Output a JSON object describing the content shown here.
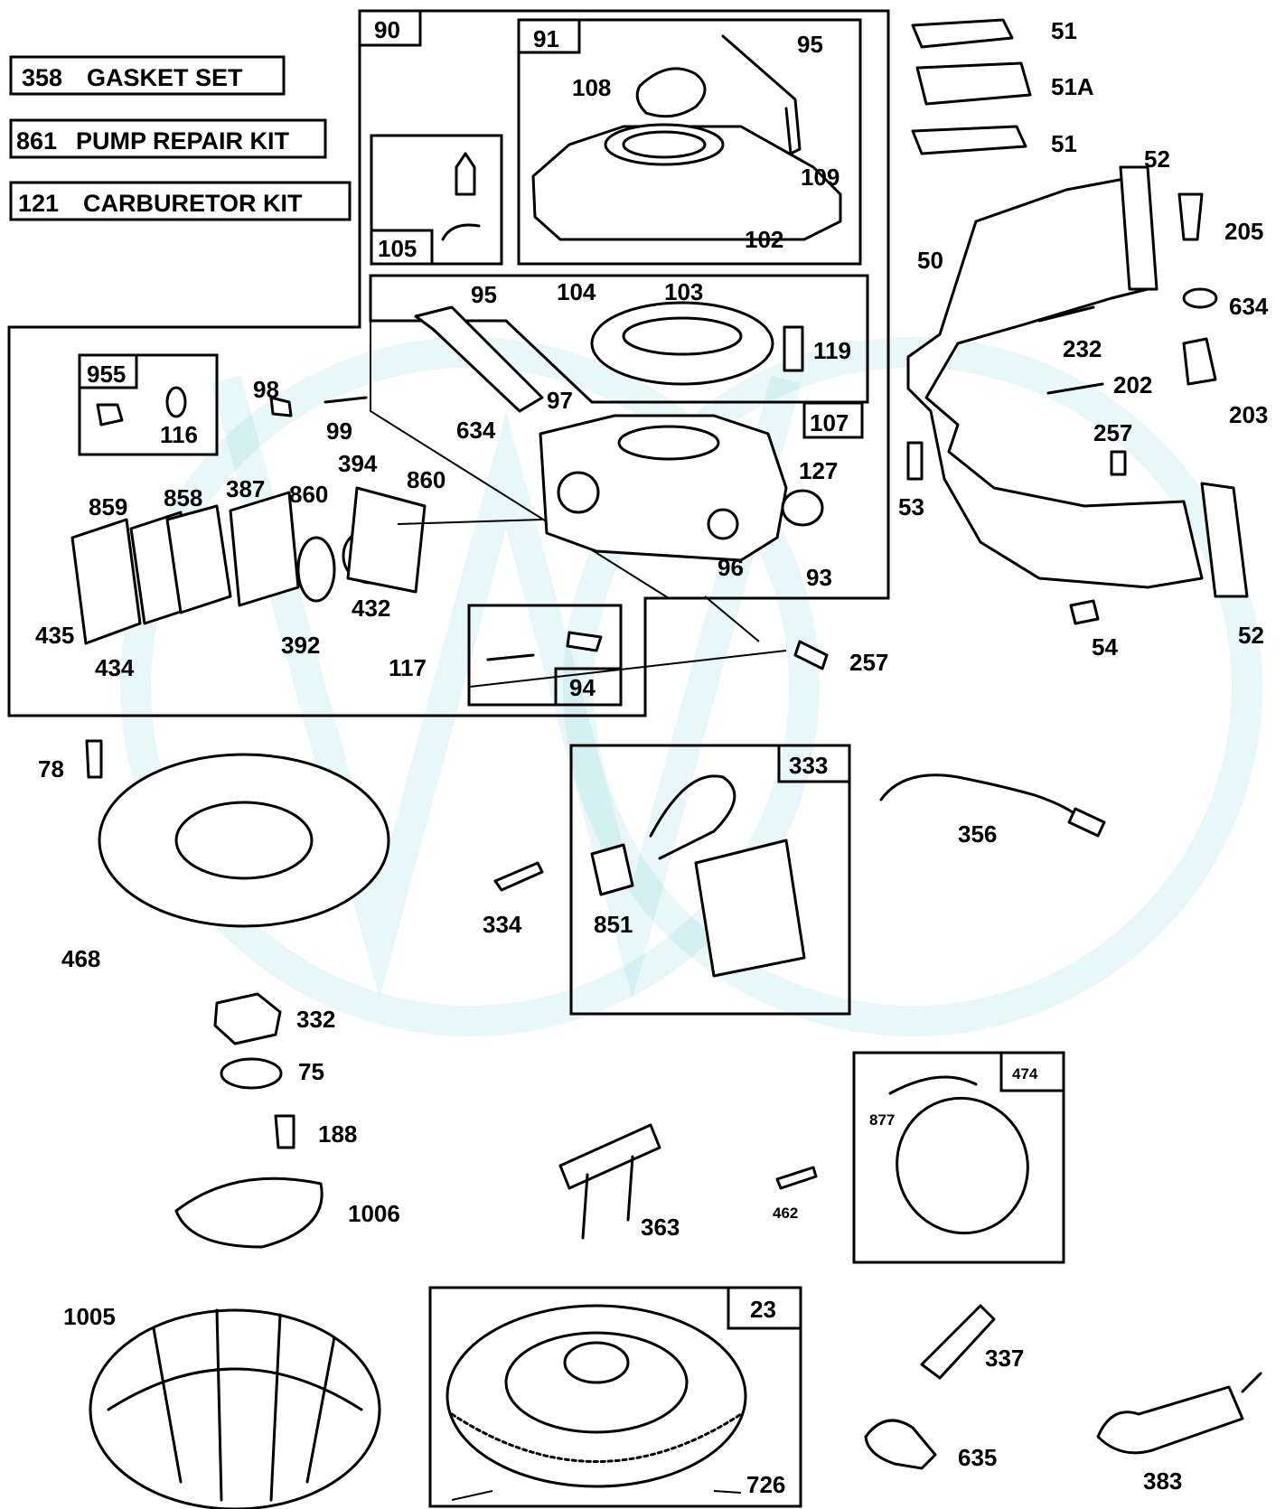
{
  "kits": [
    {
      "number": "358",
      "label": "GASKET SET"
    },
    {
      "number": "861",
      "label": "PUMP REPAIR KIT"
    },
    {
      "number": "121",
      "label": "CARBURETOR KIT"
    }
  ],
  "assemblies": {
    "a90": "90",
    "a91": "91",
    "a105": "105",
    "a107": "107",
    "a955": "955",
    "a94": "94",
    "a333": "333",
    "a474": "474",
    "a23": "23"
  },
  "parts": {
    "p51a": "51",
    "p51A": "51A",
    "p51b": "51",
    "p52a": "52",
    "p52b": "52",
    "p205": "205",
    "p634a": "634",
    "p50": "50",
    "p232": "232",
    "p202": "202",
    "p203": "203",
    "p257a": "257",
    "p53": "53",
    "p54": "54",
    "p95a": "95",
    "p108": "108",
    "p109": "109",
    "p102": "102",
    "p95b": "95",
    "p104": "104",
    "p103": "103",
    "p119": "119",
    "p97": "97",
    "p634b": "634",
    "p127": "127",
    "p96": "96",
    "p93": "93",
    "p98": "98",
    "p99": "99",
    "p116": "116",
    "p394": "394",
    "p859": "859",
    "p858": "858",
    "p387": "387",
    "p860a": "860",
    "p860b": "860",
    "p435": "435",
    "p434": "434",
    "p392": "392",
    "p432": "432",
    "p117": "117",
    "p257b": "257",
    "p78": "78",
    "p468": "468",
    "p334": "334",
    "p851": "851",
    "p356": "356",
    "p332": "332",
    "p75": "75",
    "p188": "188",
    "p1006": "1006",
    "p363": "363",
    "p462": "462",
    "p877": "877",
    "p1005": "1005",
    "p337": "337",
    "p635": "635",
    "p726": "726",
    "p383": "383"
  }
}
